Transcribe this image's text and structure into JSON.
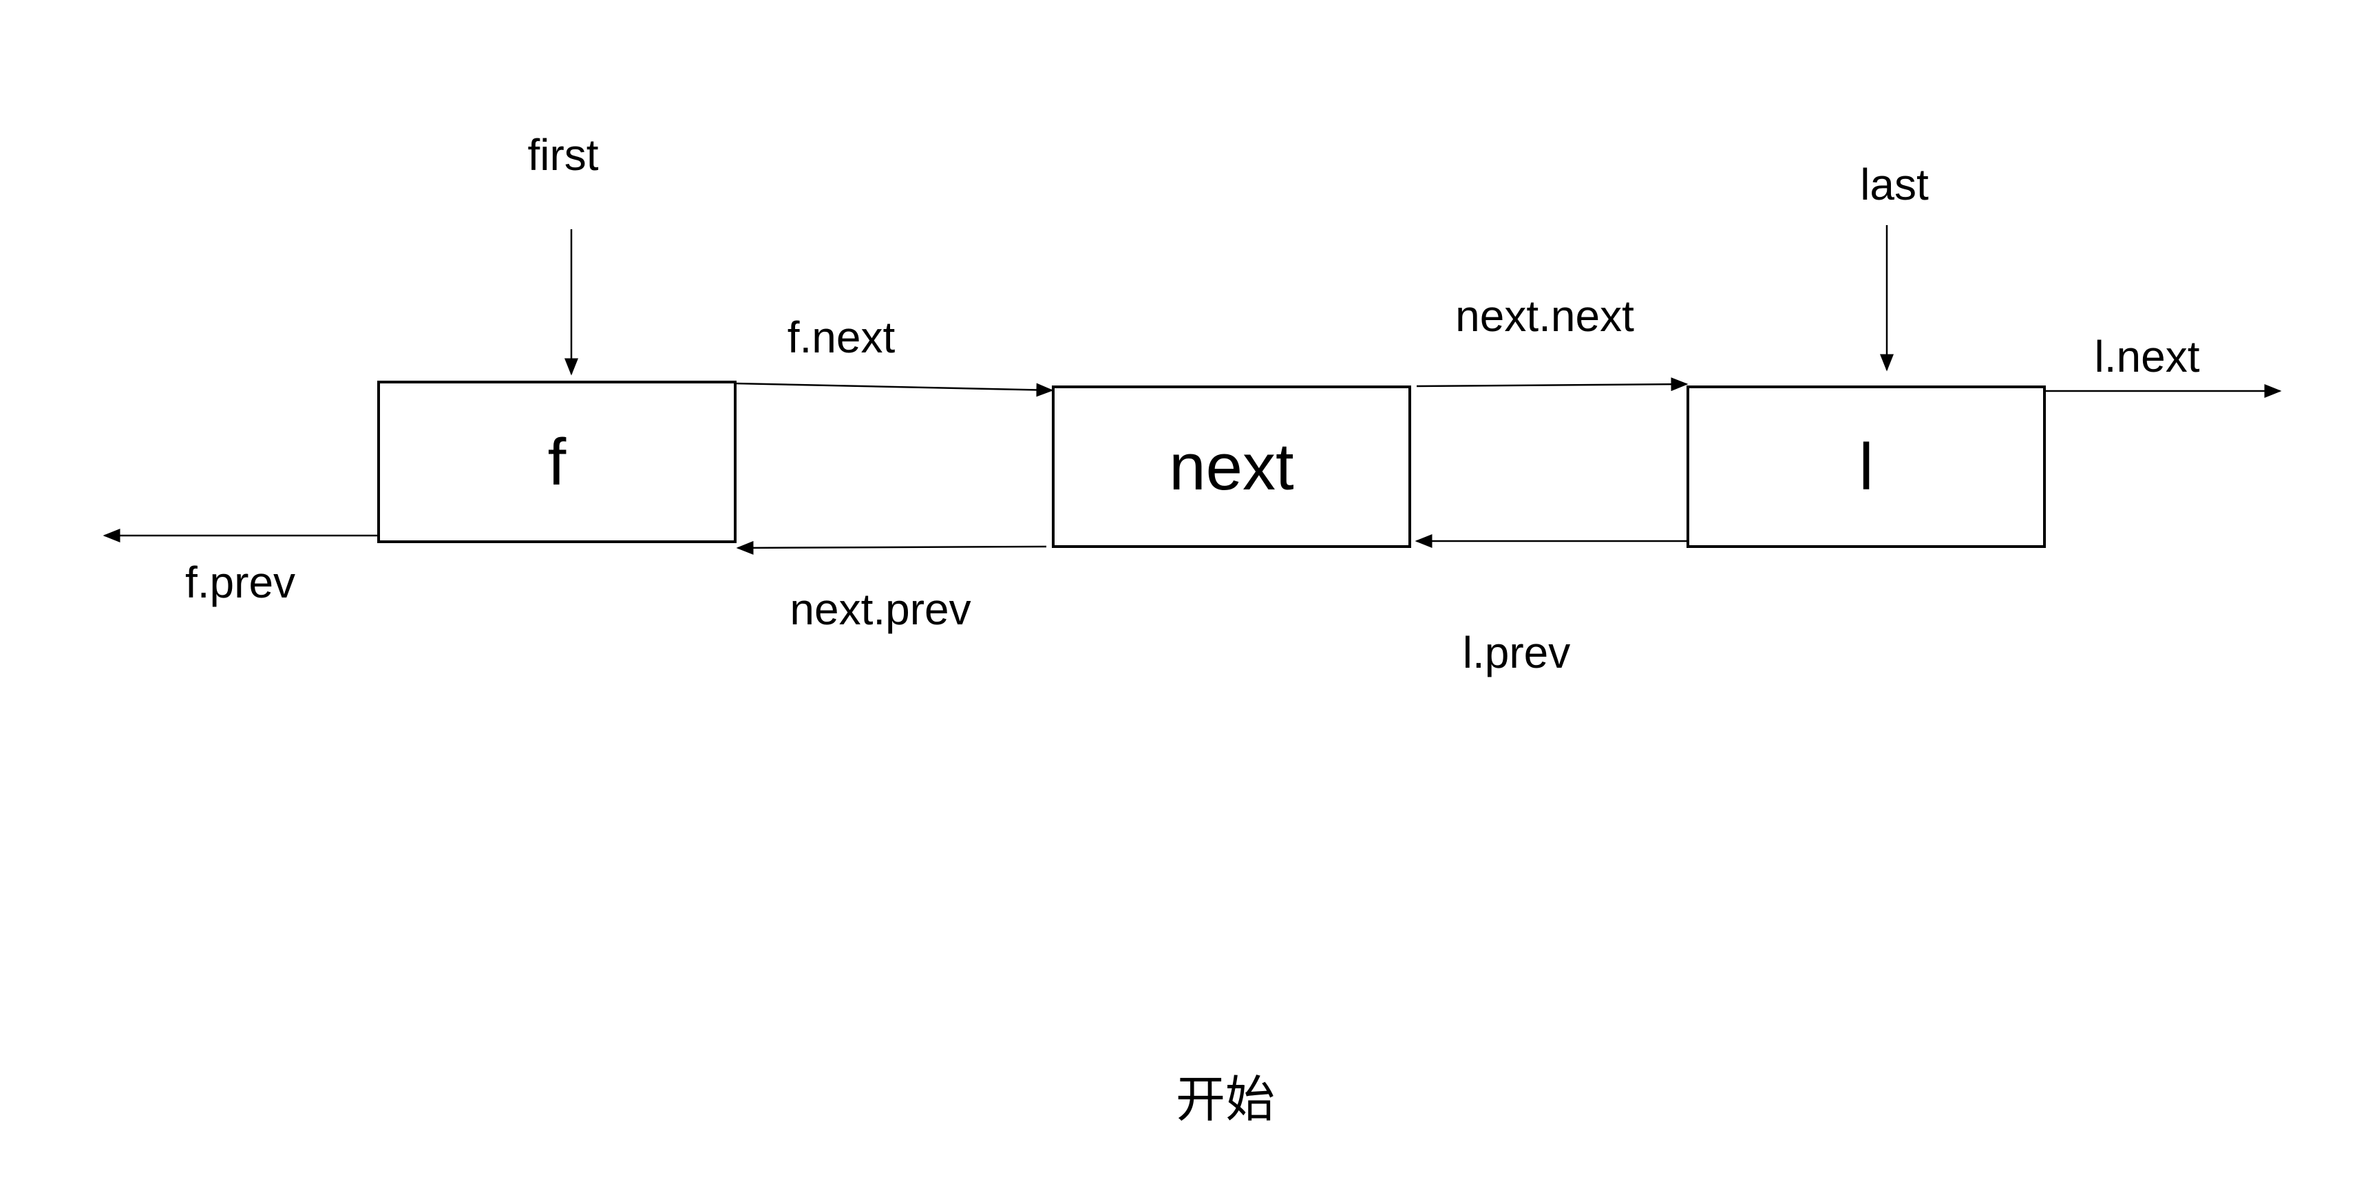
{
  "nodes": {
    "first": {
      "label": "f"
    },
    "middle": {
      "label": "next"
    },
    "last": {
      "label": "l"
    }
  },
  "pointers": {
    "first": "first",
    "last": "last"
  },
  "links": {
    "f_next": "f.next",
    "next_next": "next.next",
    "l_next": "l.next",
    "f_prev": "f.prev",
    "next_prev": "next.prev",
    "l_prev": "l.prev"
  },
  "caption": "开始"
}
